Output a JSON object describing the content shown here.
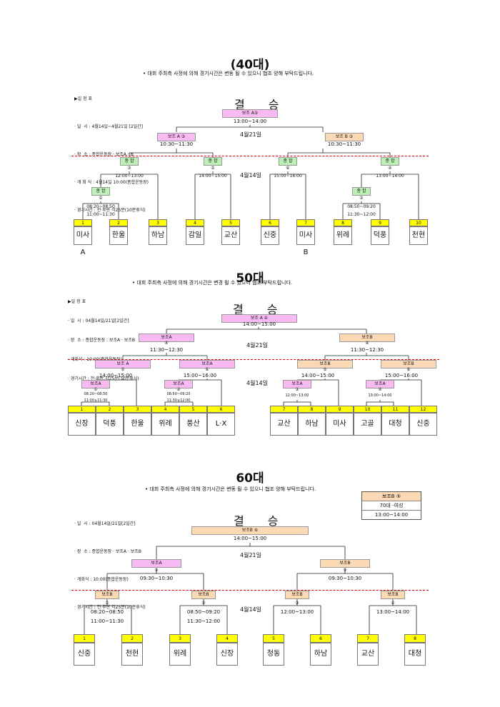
{
  "notice": "• 대회 주최측 사정에 의해 경기시간은 변동 될 수 있으니 협조 양해 부탁드립니다.",
  "notice50": "• 대회 주최측 사정에 의해 경기시간은 변경 될 수 있으니 협조 부탁드립니다.",
  "final_label": "결 승",
  "d40": {
    "title": "(40대)",
    "sched": [
      "▶일 정 표",
      "· 일  시 : 4월14일~4월21일 [2일간]",
      "· 장  소 : 종합운동장 · 보조A · B",
      "· 개 회 식 : 4월14일 10:00(종합운동장)",
      "· 경기시간 : 전·후반 각25분(10분휴식)"
    ],
    "final": {
      "venue": "보조 A⑤",
      "time": "13:00~14:00"
    },
    "date21": "4월21일",
    "date14": "4월14일",
    "semis": [
      {
        "venue": "보조 A ③",
        "time": "10:30~11:30"
      },
      {
        "venue": "보조 B ③",
        "time": "10:30~11:30"
      }
    ],
    "qf": [
      {
        "venue": "종 합",
        "no": "③",
        "time": "12:00~13:00"
      },
      {
        "venue": "종 합",
        "no": "⑤",
        "time": "14:00~15:00"
      },
      {
        "venue": "종 합",
        "no": "⑥",
        "time": "15:00~16:00"
      },
      {
        "venue": "종 합",
        "no": "④",
        "time": "13:00~14:00"
      }
    ],
    "r1": [
      {
        "venue": "종 합",
        "no": "①",
        "time1": "08:20~08:50",
        "time2": "11:00~11:30"
      },
      {
        "venue": "종 합",
        "no": "②",
        "time1": "08:50~09:20",
        "time2": "11:30~12:00"
      }
    ],
    "nums": [
      "1",
      "2",
      "3",
      "4",
      "5",
      "6",
      "7",
      "8",
      "9",
      "10"
    ],
    "teams": [
      "미사A",
      "한울",
      "하남",
      "감일",
      "교산",
      "신중",
      "미사B",
      "위례",
      "덕풍",
      "천현"
    ]
  },
  "d50": {
    "title": "50대",
    "sched": [
      "▶일 정 표",
      "· 일  시 : 04월14일/21일[2일간]",
      "· 장  소 : 종합운동장 : 보조A · 보조B",
      "· 개회식 : 10:00(종합운동장)",
      "· 경기시간 : 전·후반 각25분(10분휴식)"
    ],
    "final": {
      "venue": "보조 A ⑥",
      "time": "14:00~15:00"
    },
    "date21": "4월21일",
    "date14": "4월14일",
    "semis": [
      {
        "venue": "보조A",
        "no": "④",
        "time": "11:30~12:30"
      },
      {
        "venue": "보조B",
        "no": "④",
        "time": "11:30~12:30"
      }
    ],
    "qf": [
      {
        "venue": "보조 A",
        "no": "⑤",
        "time": "14:00~15:00"
      },
      {
        "venue": "보조A",
        "no": "⑥",
        "time": "15:00~16:00"
      },
      {
        "venue": "보조B",
        "no": "⑤",
        "time": "14:00~15:00"
      },
      {
        "venue": "보조B",
        "no": "⑥",
        "time": "15:00~16:00"
      }
    ],
    "r1": [
      {
        "venue": "보조A",
        "no": "①",
        "time1": "08:20~08:50",
        "time2": "11:00~11:30"
      },
      {
        "venue": "보조A",
        "no": "②",
        "time1": "08:50~09:20",
        "time2": "11:30~12:00"
      },
      {
        "venue": "보조A",
        "no": "③",
        "time1": "12:00~13:00"
      },
      {
        "venue": "보조A",
        "no": "④",
        "time1": "13:00~14:00"
      }
    ],
    "nums": [
      "1",
      "2",
      "3",
      "4",
      "5",
      "6",
      "7",
      "8",
      "9",
      "10",
      "11",
      "12"
    ],
    "teams": [
      "신장",
      "덕풍",
      "한울",
      "위례",
      "풍산",
      "L·X",
      "교산",
      "하남",
      "미사",
      "고골",
      "대청",
      "신중"
    ]
  },
  "d60": {
    "title": "60대",
    "sched": [
      "· 일  시 : 04월14일/21일[2일간]",
      "· 장  소 : 종합운동장 · 보조A · 보조B",
      "· 개회식 : 10:00(종합운동장)",
      "· 경기시간 : 전·후반 각25분(10분휴식)"
    ],
    "box": [
      "보조B ⑤",
      "70대 -여성",
      "13:00~14:00"
    ],
    "final": {
      "venue": "보조B ⑥",
      "time": "14:00~15:00"
    },
    "date21": "4월21일",
    "date14": "4월14일",
    "semis": [
      {
        "venue": "보조A",
        "no": "②",
        "time": "09:30~10:30"
      },
      {
        "venue": "보조B",
        "no": "②",
        "time": "09:30~10:30"
      }
    ],
    "qf": [
      {
        "venue": "보조B",
        "no": "①",
        "time1": "08:20~08:50",
        "time2": "11:00~11:30"
      },
      {
        "venue": "보조B",
        "no": "②",
        "time1": "08:50~09:20",
        "time2": "11:30~12:00"
      },
      {
        "venue": "보조B",
        "no": "③",
        "time1": "12:00~13:00"
      },
      {
        "venue": "보조B",
        "no": "④",
        "time1": "13:00~14:00"
      }
    ],
    "nums": [
      "1",
      "2",
      "3",
      "4",
      "5",
      "6",
      "7",
      "8"
    ],
    "teams": [
      "신중",
      "천현",
      "위례",
      "신장",
      "청동",
      "하남",
      "교산",
      "대청"
    ]
  }
}
